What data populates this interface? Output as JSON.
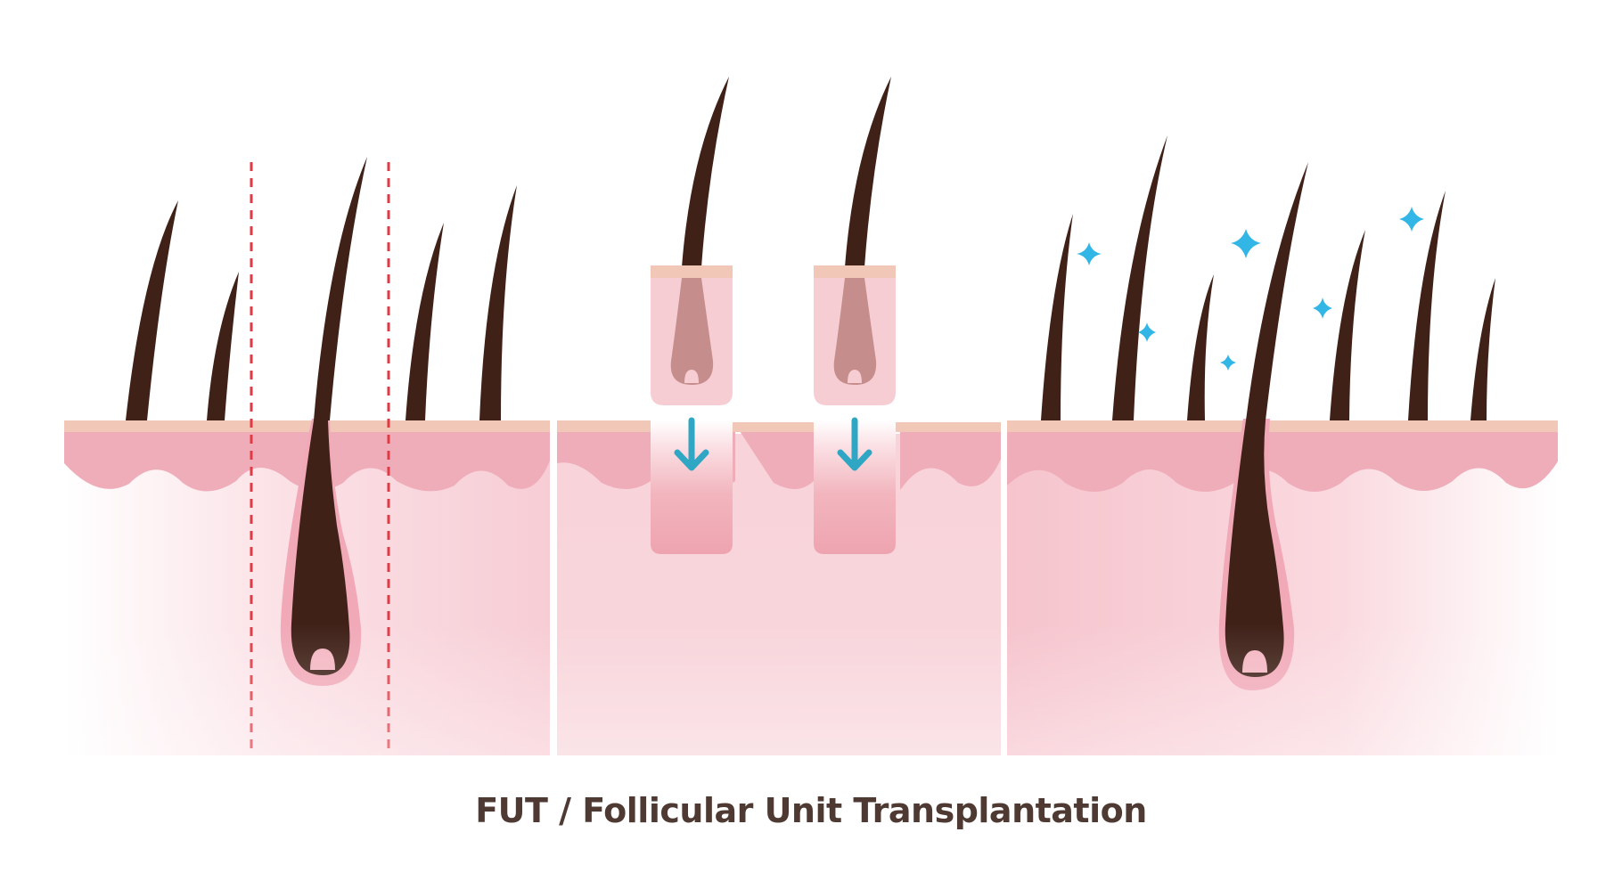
{
  "caption": "FUT / Follicular Unit Transplantation",
  "colors": {
    "hair": "#3f2118",
    "skin_top": "#f1c7b8",
    "epidermis": "#efadba",
    "dermis": "#f6c6cf",
    "follicle": "#f1a9b8",
    "graft": "#f7cdd4",
    "graft_hair": "#c68d8d",
    "arrow": "#2fa7c4",
    "sparkle": "#32b6e6",
    "cut_line": "#e03a45",
    "caption": "#4e3a33"
  },
  "panels": [
    {
      "name": "donor-area",
      "elements": [
        "hair-strands",
        "large-follicle",
        "strip-cut-lines"
      ]
    },
    {
      "name": "graft-insertion",
      "elements": [
        "follicle-grafts",
        "recipient-sites",
        "insert-arrows"
      ]
    },
    {
      "name": "result",
      "elements": [
        "grown-hair",
        "large-follicle",
        "sparkles"
      ]
    }
  ],
  "icons": [
    "down-arrow-icon",
    "sparkle-icon"
  ]
}
